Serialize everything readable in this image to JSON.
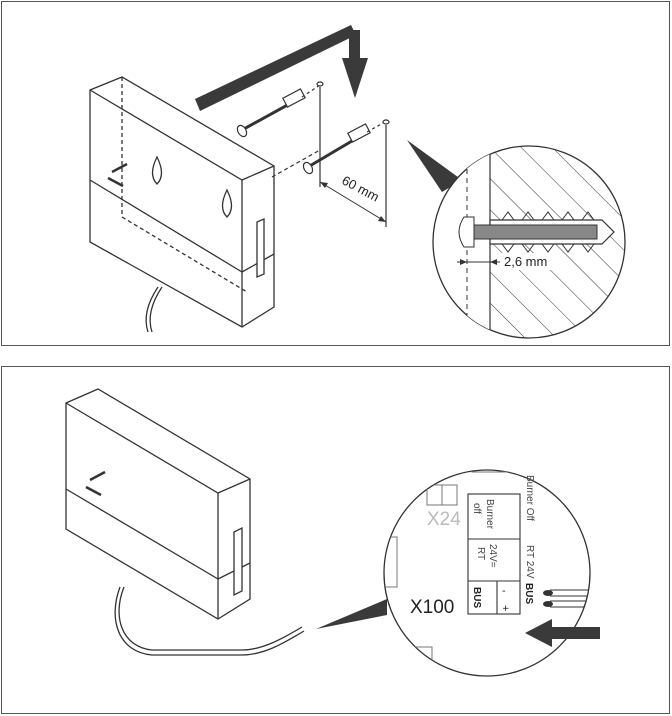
{
  "mounting": {
    "hole_spacing_label": "60 mm",
    "plug_offset_label": "2,6 mm"
  },
  "wiring": {
    "terminal_x24": "X24",
    "terminal_x100": "X100",
    "label_burner_off": "Burner Off",
    "label_rt_24v": "RT 24V",
    "label_bus_side": "BUS",
    "block_burner": "Burner",
    "block_off": "off",
    "block_24v": "24V=",
    "block_rt": "RT",
    "block_bus": "BUS",
    "pin_minus": "-",
    "pin_plus": "+"
  },
  "colors": {
    "line": "#333333",
    "fill_dark": "#3a3a3a",
    "fill_light": "#ffffff",
    "arrow": "#3a3a3a"
  }
}
